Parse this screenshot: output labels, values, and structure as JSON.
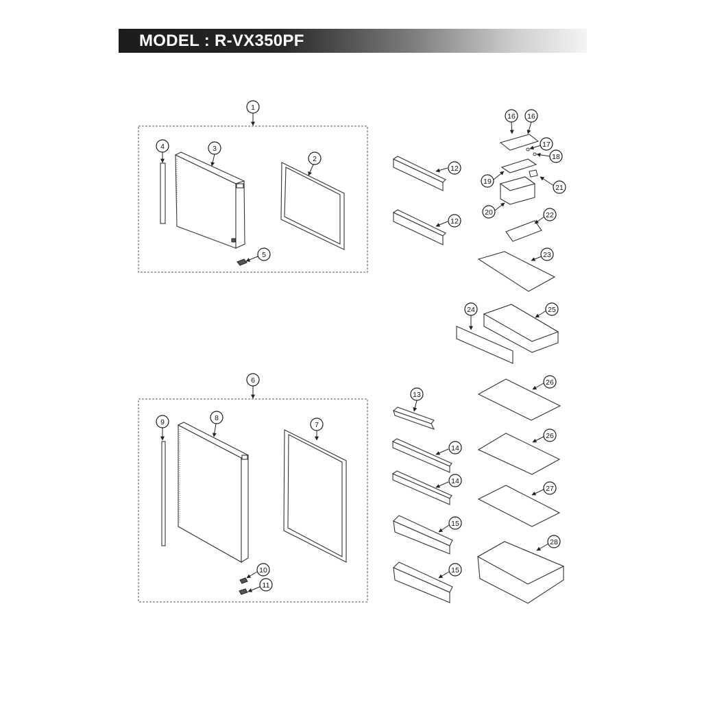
{
  "header": {
    "title": "MODEL : R-VX350PF"
  },
  "callouts": [
    "1",
    "2",
    "3",
    "4",
    "5",
    "6",
    "7",
    "8",
    "9",
    "10",
    "11",
    "12",
    "12",
    "13",
    "14",
    "14",
    "15",
    "15",
    "16",
    "16",
    "17",
    "18",
    "19",
    "20",
    "21",
    "22",
    "23",
    "24",
    "25",
    "26",
    "26",
    "27",
    "28"
  ],
  "colors": {
    "title_bar_start": "#1c1c1c",
    "title_bar_end": "#f4f4f4",
    "title_text": "#ffffff"
  }
}
